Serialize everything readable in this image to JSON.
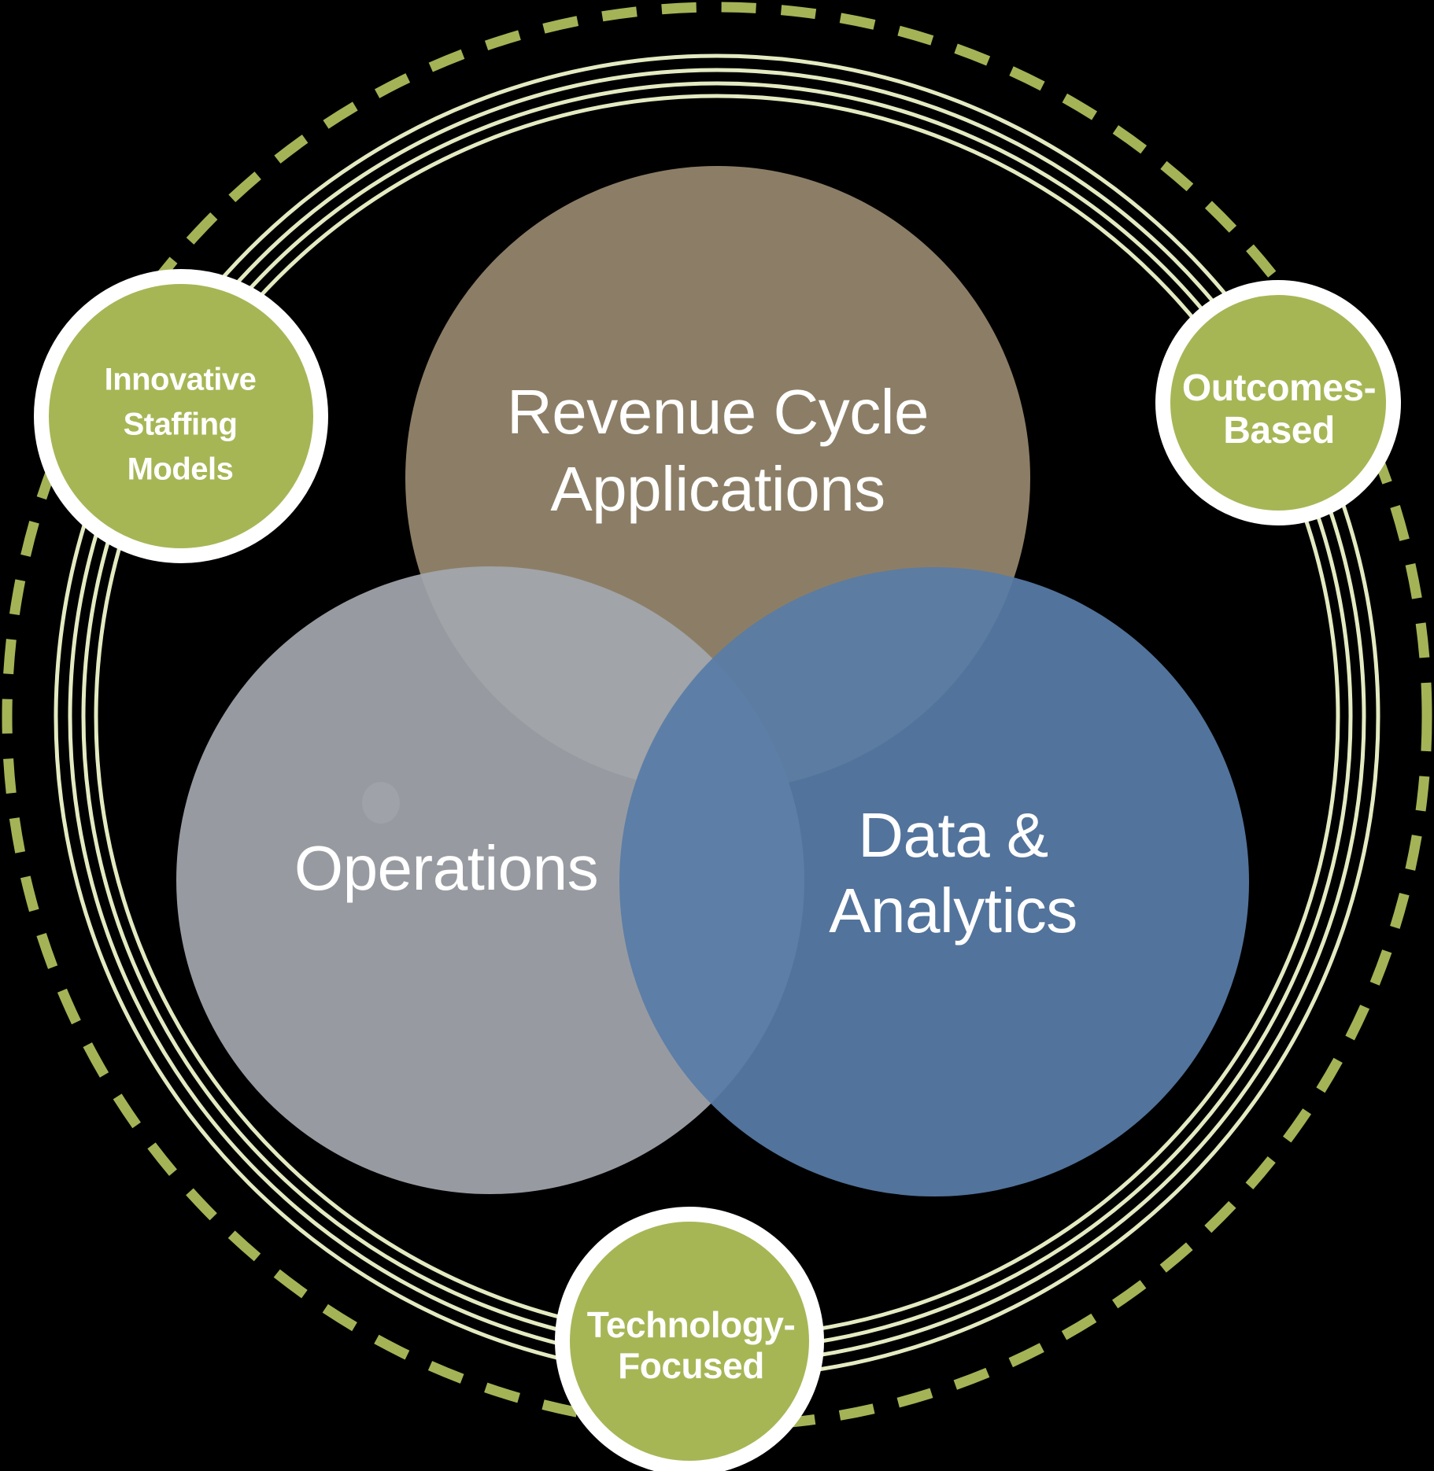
{
  "diagram": {
    "background_color": "#000000",
    "text_color": "#ffffff",
    "rings": {
      "outer_dashed_color": "#a4b356",
      "inner_line_color": "#e4eac1",
      "inner_line_count": 4
    },
    "core_circles": [
      {
        "id": "revenue-cycle-applications",
        "color": "#8c7e66",
        "label_lines": [
          "Revenue Cycle",
          "Applications"
        ]
      },
      {
        "id": "operations",
        "color": "#979ca2",
        "label_lines": [
          "Operations"
        ]
      },
      {
        "id": "data-analytics",
        "color": "#52739b",
        "label_lines": [
          "Data &",
          "Analytics"
        ]
      }
    ],
    "satellite_circles": [
      {
        "id": "innovative-staffing-models",
        "color": "#a7b655",
        "ring_color": "#ffffff",
        "label_lines": [
          "Innovative",
          "Staffing",
          "Models"
        ]
      },
      {
        "id": "outcomes-based",
        "color": "#a7b655",
        "ring_color": "#ffffff",
        "label_lines": [
          "Outcomes-",
          "Based"
        ]
      },
      {
        "id": "technology-focused",
        "color": "#a7b655",
        "ring_color": "#ffffff",
        "label_lines": [
          "Technology-",
          "Focused"
        ]
      }
    ]
  }
}
